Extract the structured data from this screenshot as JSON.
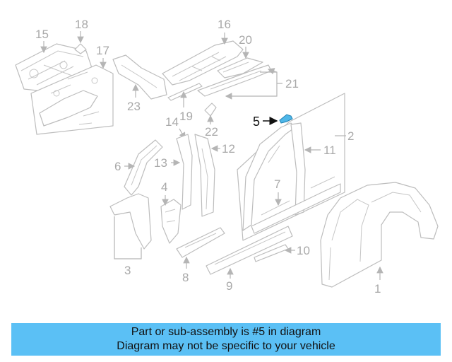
{
  "diagram": {
    "callouts": {
      "n1": "1",
      "n2": "2",
      "n3": "3",
      "n4": "4",
      "n5": "5",
      "n6": "6",
      "n7": "7",
      "n8": "8",
      "n9": "9",
      "n10": "10",
      "n11": "11",
      "n12": "12",
      "n13": "13",
      "n14": "14",
      "n15": "15",
      "n16": "16",
      "n17": "17",
      "n18": "18",
      "n19": "19",
      "n20": "20",
      "n21": "21",
      "n22": "22",
      "n23": "23"
    },
    "highlight_callout": "5",
    "highlight_color": "#4fb7e8"
  },
  "banner": {
    "line1": "Part or sub-assembly is #5 in diagram",
    "line2": "Diagram may not be specific to your vehicle",
    "background": "#5bc0f5"
  }
}
